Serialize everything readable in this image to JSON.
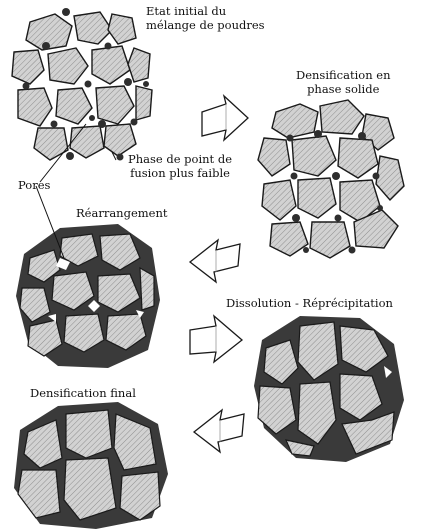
{
  "labels": {
    "initial_state": [
      "Etat initial du",
      "mélange de poudres"
    ],
    "solid_densification": [
      "Densification en",
      "phase solide"
    ],
    "low_melting_phase": [
      "Phase de point de",
      "fusion plus faible"
    ],
    "pores": "Pores",
    "rearrangement": "Réarrangement",
    "dissolution": "Dissolution - Réprécipitation",
    "final_densification": "Densification final"
  },
  "colors": {
    "particle_fill": "#cfcfcf",
    "particle_stroke": "#1a1a1a",
    "liquid_phase": "#3a3a3a",
    "hatch": "#8a8a8a",
    "arrow_fill": "#ffffff"
  },
  "stages": [
    {
      "name": "initial-mixture",
      "liquid": "dots"
    },
    {
      "name": "solid-phase-densification",
      "liquid": "dots"
    },
    {
      "name": "rearrangement",
      "liquid": "matrix"
    },
    {
      "name": "dissolution-reprecipitation",
      "liquid": "matrix"
    },
    {
      "name": "final-densification",
      "liquid": "matrix"
    }
  ],
  "icons": [
    "arrow-right-icon",
    "arrow-left-icon",
    "arrow-right-icon",
    "arrow-left-icon"
  ]
}
